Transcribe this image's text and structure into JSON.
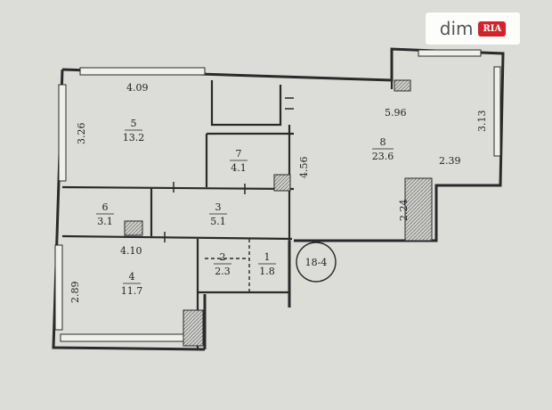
{
  "watermark": {
    "brand": "dim",
    "badge": "RIA"
  },
  "apartment_label": "18-4",
  "rooms": [
    {
      "id": "room-1",
      "number": "1",
      "area": "1.8"
    },
    {
      "id": "room-2",
      "number": "2",
      "area": "2.3"
    },
    {
      "id": "room-3",
      "number": "3",
      "area": "5.1"
    },
    {
      "id": "room-4",
      "number": "4",
      "area": "11.7"
    },
    {
      "id": "room-5",
      "number": "5",
      "area": "13.2"
    },
    {
      "id": "room-6",
      "number": "6",
      "area": "3.1"
    },
    {
      "id": "room-7",
      "number": "7",
      "area": "4.1"
    },
    {
      "id": "room-8",
      "number": "8",
      "area": "23.6"
    }
  ],
  "dimensions": {
    "d_409": "4.09",
    "d_326": "3.26",
    "d_596": "5.96",
    "d_313": "3.13",
    "d_456": "4.56",
    "d_239": "2.39",
    "d_224": "2.24",
    "d_410": "4.10",
    "d_289": "2.89"
  },
  "colors": {
    "ink": "#2a2a2a",
    "paper": "#dcdcd9",
    "badge_red": "#d2232a"
  }
}
